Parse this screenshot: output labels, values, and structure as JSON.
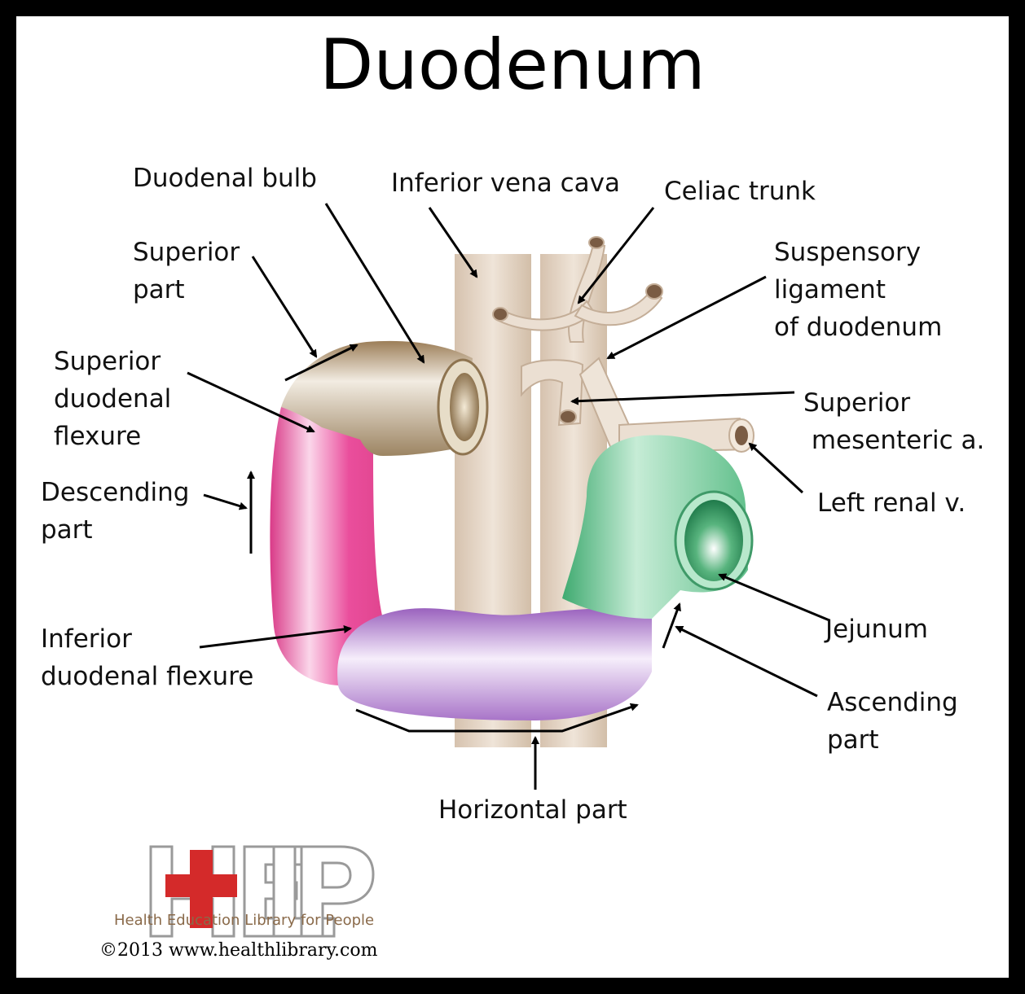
{
  "title": "Duodenum",
  "labels": {
    "duodenal_bulb": "Duodenal bulb",
    "inferior_vena_cava": "Inferior vena cava",
    "celiac_trunk": "Celiac trunk",
    "superior_part": "Superior\npart",
    "suspensory_ligament": "Suspensory\nligament\nof duodenum",
    "superior_duodenal_flexure": "Superior\nduodenal\nflexure",
    "superior_mesenteric": "Superior\n mesenteric a.",
    "left_renal": "Left renal v.",
    "descending_part": "Descending\npart",
    "jejunum": "Jejunum",
    "inferior_duodenal_flexure": "Inferior\nduodenal flexure",
    "ascending_part": "Ascending\npart",
    "horizontal_part": "Horizontal part"
  },
  "logo": {
    "letters": "HELP",
    "tagline": "Health Education Library for People",
    "cross_color": "#d42a2a"
  },
  "copyright": "©2013 www.healthlibrary.com",
  "colors": {
    "superior_part": "#b8a27e",
    "descending_part": "#e84a98",
    "horizontal_part": "#b58ad0",
    "ascending_part": "#5cc08a",
    "vessels": "#e6d8c8"
  }
}
